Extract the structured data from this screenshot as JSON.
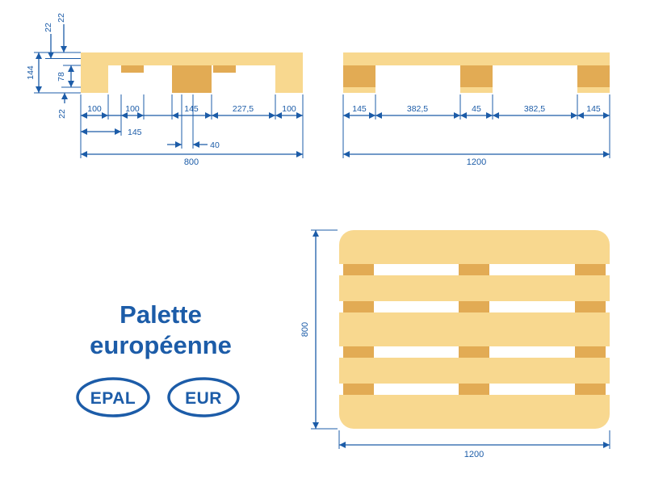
{
  "colors": {
    "wood_light": "#F8D88F",
    "wood_dark": "#E2AB54",
    "accent_blue": "#1C5CA8"
  },
  "side_view_800": {
    "dim_top_board": "22",
    "dim_second_board": "22",
    "dim_total_height": "144",
    "dim_block_height": "78",
    "dim_bottom_board": "22",
    "dim_row1": [
      "100",
      "100",
      "145",
      "227,5",
      "100"
    ],
    "dim_board_width": "145",
    "dim_gap": "40",
    "dim_total_width": "800"
  },
  "side_view_1200": {
    "dim_row1": [
      "145",
      "382,5",
      "45",
      "382,5",
      "145"
    ],
    "dim_total_width": "1200"
  },
  "top_view": {
    "dim_height": "800",
    "dim_width": "1200"
  },
  "caption": {
    "line1": "Palette",
    "line2": "européenne"
  },
  "badges": [
    {
      "label": "EPAL"
    },
    {
      "label": "EUR"
    }
  ]
}
